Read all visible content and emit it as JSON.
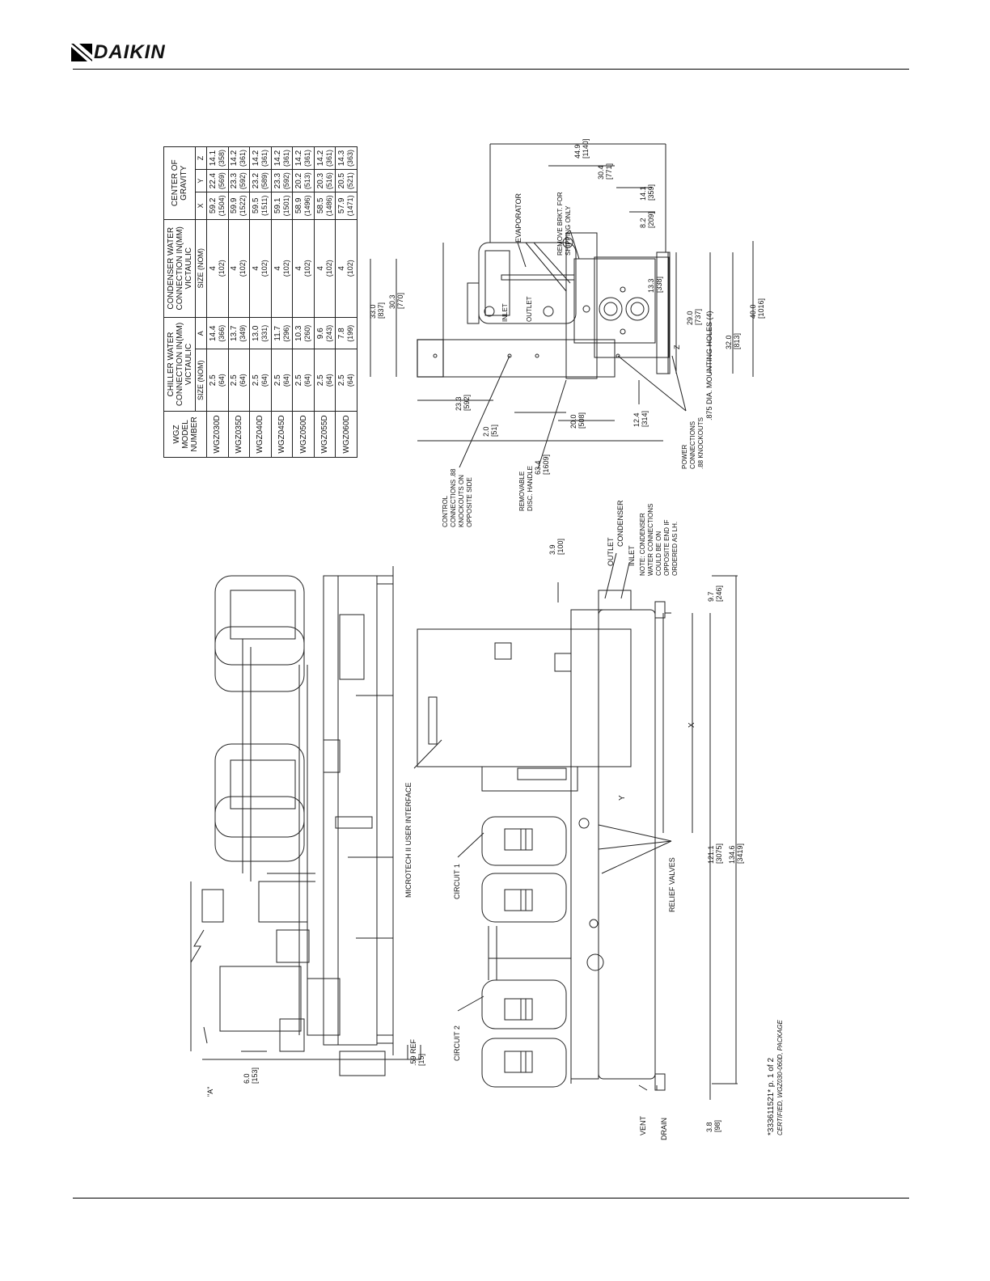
{
  "header": {
    "brand": "DAIKIN"
  },
  "table": {
    "col_headers": [
      "WGZ MODEL NUMBER",
      "CHILLER WATER CONNECTION IN(MM) VICTAULIC",
      "CONDENSER WATER CONNECTION IN(MM) VICTAULIC",
      "CENTER OF GRAVITY"
    ],
    "sub_headers": [
      "SIZE (NOM)",
      "A",
      "SIZE (NOM)",
      "X",
      "Y",
      "Z"
    ],
    "rows": [
      [
        "WGZ030D",
        "2.5",
        "(64)",
        "14.4",
        "(366)",
        "4",
        "(102)",
        "59.2",
        "(1504)",
        "22.4",
        "(569)",
        "14.1",
        "(358)"
      ],
      [
        "WGZ035D",
        "2.5",
        "(64)",
        "13.7",
        "(349)",
        "4",
        "(102)",
        "59.9",
        "(1522)",
        "23.3",
        "(592)",
        "14.2",
        "(361)"
      ],
      [
        "WGZ040D",
        "2.5",
        "(64)",
        "13.0",
        "(331)",
        "4",
        "(102)",
        "59.5",
        "(1511)",
        "23.2",
        "(589)",
        "14.2",
        "(361)"
      ],
      [
        "WGZ045D",
        "2.5",
        "(64)",
        "11.7",
        "(296)",
        "4",
        "(102)",
        "59.1",
        "(1501)",
        "23.3",
        "(592)",
        "14.2",
        "(361)"
      ],
      [
        "WGZ050D",
        "2.5",
        "(64)",
        "10.3",
        "(260)",
        "4",
        "(102)",
        "58.9",
        "(1496)",
        "20.2",
        "(513)",
        "14.2",
        "(361)"
      ],
      [
        "WGZ055D",
        "2.5",
        "(64)",
        "9.6",
        "(243)",
        "4",
        "(102)",
        "58.5",
        "(1486)",
        "20.3",
        "(516)",
        "14.2",
        "(361)"
      ],
      [
        "WGZ060D",
        "2.5",
        "(64)",
        "7.8",
        "(199)",
        "4",
        "(102)",
        "57.9",
        "(1471)",
        "20.5",
        "(521)",
        "14.3",
        "(363)"
      ]
    ]
  },
  "end_view": {
    "dims": [
      {
        "v": "44.9",
        "mm": "[1140]"
      },
      {
        "v": "30.4",
        "mm": "[771]"
      },
      {
        "v": "14.1",
        "mm": "[359]"
      },
      {
        "v": "8.2",
        "mm": "[209]"
      },
      {
        "v": "33.0",
        "mm": "[837]"
      },
      {
        "v": "30.3",
        "mm": "[770]"
      },
      {
        "v": "23.3",
        "mm": "[592]"
      },
      {
        "v": "2.0",
        "mm": "[51]"
      },
      {
        "v": "63.4",
        "mm": "[1609]"
      },
      {
        "v": "20.0",
        "mm": "[508]"
      },
      {
        "v": "12.4",
        "mm": "[314]"
      },
      {
        "v": "13.3",
        "mm": "[338]"
      },
      {
        "v": "29.0",
        "mm": "[737]"
      },
      {
        "v": "32.0",
        "mm": "[813]"
      },
      {
        "v": "40.0",
        "mm": "[1016]"
      }
    ],
    "labels": {
      "evaporator": "EVAPORATOR",
      "remove_brkt": "REMOVE BRKT. FOR SHIPPING ONLY",
      "inlet": "INLET",
      "outlet": "OUTLET",
      "z": "Z",
      "mounting_holes": ".875 DIA. MOUNTING HOLES (4)",
      "control": "CONTROL CONNECTIONS .88 KNOCKOUTS ON OPPOSITE SIDE",
      "disc_handle": "REMOVABLE DISC. HANDLE",
      "power": "POWER CONNECTIONS .88 KNOCKOUTS"
    }
  },
  "side_view": {
    "labels": {
      "a": "\"A\"",
      "d60": "6.0",
      "d60mm": "[153]",
      "ref": ".59 REF",
      "refmm": "[15]",
      "d39": "3.9",
      "d39mm": "[100]",
      "outlet": "OUTLET",
      "inlet": "INLET",
      "condenser": "CONDENSER",
      "note": "NOTE: CONDENSER WATER CONNECTIONS COULD BE ON OPPOSITE END IF ORDERED AS LH.",
      "d97": "9.7",
      "d97mm": "[246]",
      "x": "X",
      "y": "Y",
      "d1211": "121.1",
      "d1211mm": "[3075]",
      "d1346": "134.6",
      "d1346mm": "[3419]",
      "relief": "RELIEF VALVES",
      "microtech": "MICROTECH II USER INTERFACE",
      "circuit1": "CIRCUIT 1",
      "circuit2": "CIRCUIT 2",
      "vent": "VENT",
      "drain": "DRAIN",
      "d38": "3.8",
      "d38mm": "[98]",
      "drawing_no": "*333611521* p. 1 of 2",
      "certified": "CERTIFIED, WGZ030-060D, PACKAGE"
    }
  }
}
